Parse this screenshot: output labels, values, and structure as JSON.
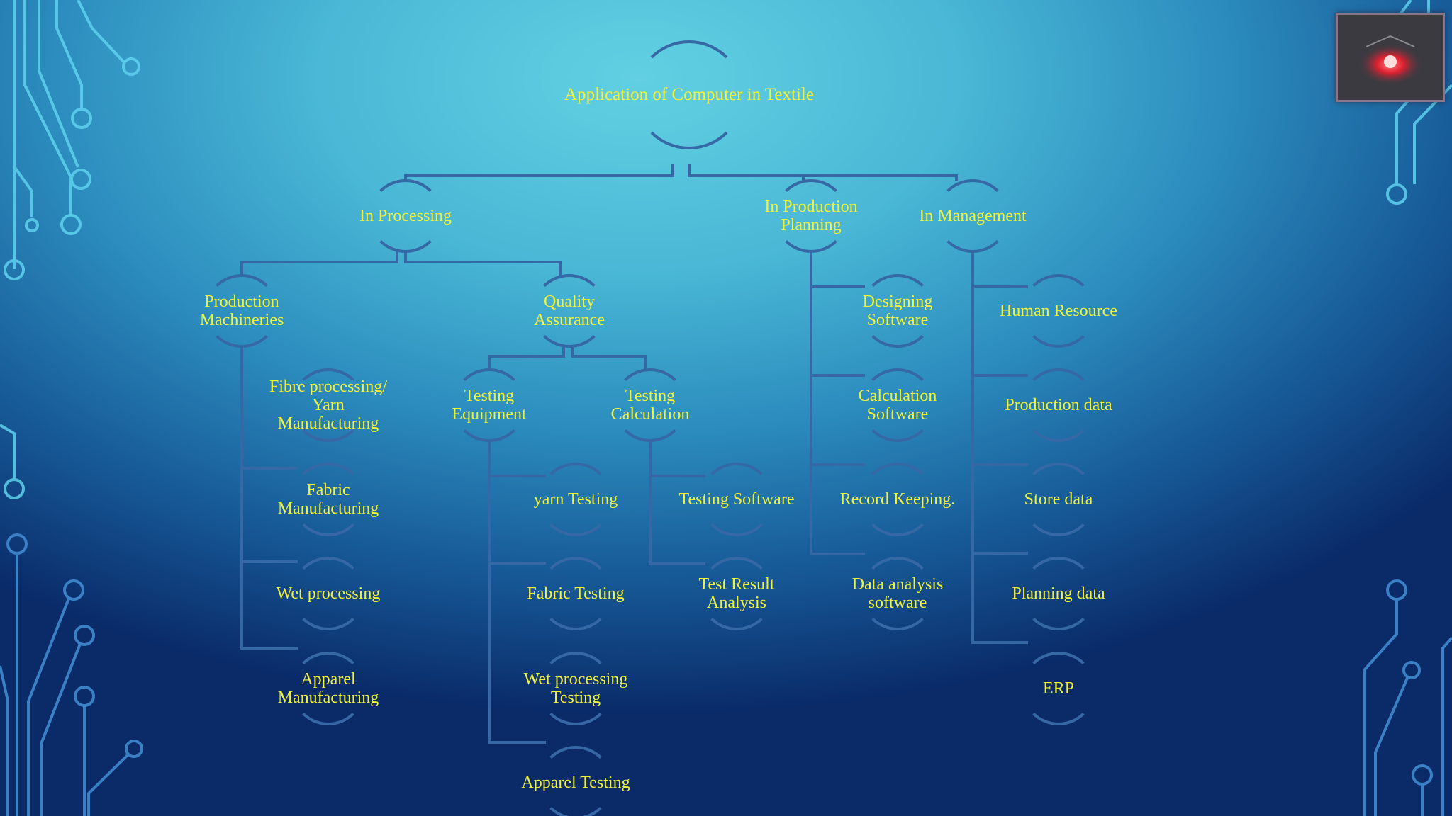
{
  "colors": {
    "connector": "#3568a4",
    "text": "#f2f23a",
    "circuit_light": "#5fd2ee",
    "circuit_dark": "#3f8ad0"
  },
  "thumbnail": {
    "icon": "red-eye-icon"
  },
  "nodes": [
    {
      "id": "root",
      "label": "Application of Computer in Textile"
    },
    {
      "id": "processing",
      "label": "In Processing"
    },
    {
      "id": "production_planning",
      "label": "In Production\nPlanning"
    },
    {
      "id": "management",
      "label": "In Management"
    },
    {
      "id": "production_machineries",
      "label": "Production\nMachineries"
    },
    {
      "id": "quality_assurance",
      "label": "Quality\nAssurance"
    },
    {
      "id": "fibre_processing",
      "label": "Fibre processing/\nYarn\nManufacturing"
    },
    {
      "id": "fabric_manufacturing",
      "label": "Fabric\nManufacturing"
    },
    {
      "id": "wet_processing",
      "label": "Wet processing"
    },
    {
      "id": "apparel_manufacturing",
      "label": "Apparel\nManufacturing"
    },
    {
      "id": "testing_equipment",
      "label": "Testing\nEquipment"
    },
    {
      "id": "testing_calculation",
      "label": "Testing\nCalculation"
    },
    {
      "id": "yarn_testing",
      "label": "yarn Testing"
    },
    {
      "id": "fabric_testing",
      "label": "Fabric Testing"
    },
    {
      "id": "wet_processing_testing",
      "label": "Wet processing\nTesting"
    },
    {
      "id": "apparel_testing",
      "label": "Apparel Testing"
    },
    {
      "id": "testing_software",
      "label": "Testing Software"
    },
    {
      "id": "test_result_analysis",
      "label": "Test Result\nAnalysis"
    },
    {
      "id": "designing_software",
      "label": "Designing\nSoftware"
    },
    {
      "id": "calculation_software",
      "label": "Calculation\nSoftware"
    },
    {
      "id": "record_keeping",
      "label": "Record Keeping."
    },
    {
      "id": "data_analysis_software",
      "label": "Data analysis\nsoftware"
    },
    {
      "id": "human_resource",
      "label": "Human Resource"
    },
    {
      "id": "production_data",
      "label": "Production data"
    },
    {
      "id": "store_data",
      "label": "Store data"
    },
    {
      "id": "planning_data",
      "label": "Planning data"
    },
    {
      "id": "erp",
      "label": "ERP"
    }
  ]
}
